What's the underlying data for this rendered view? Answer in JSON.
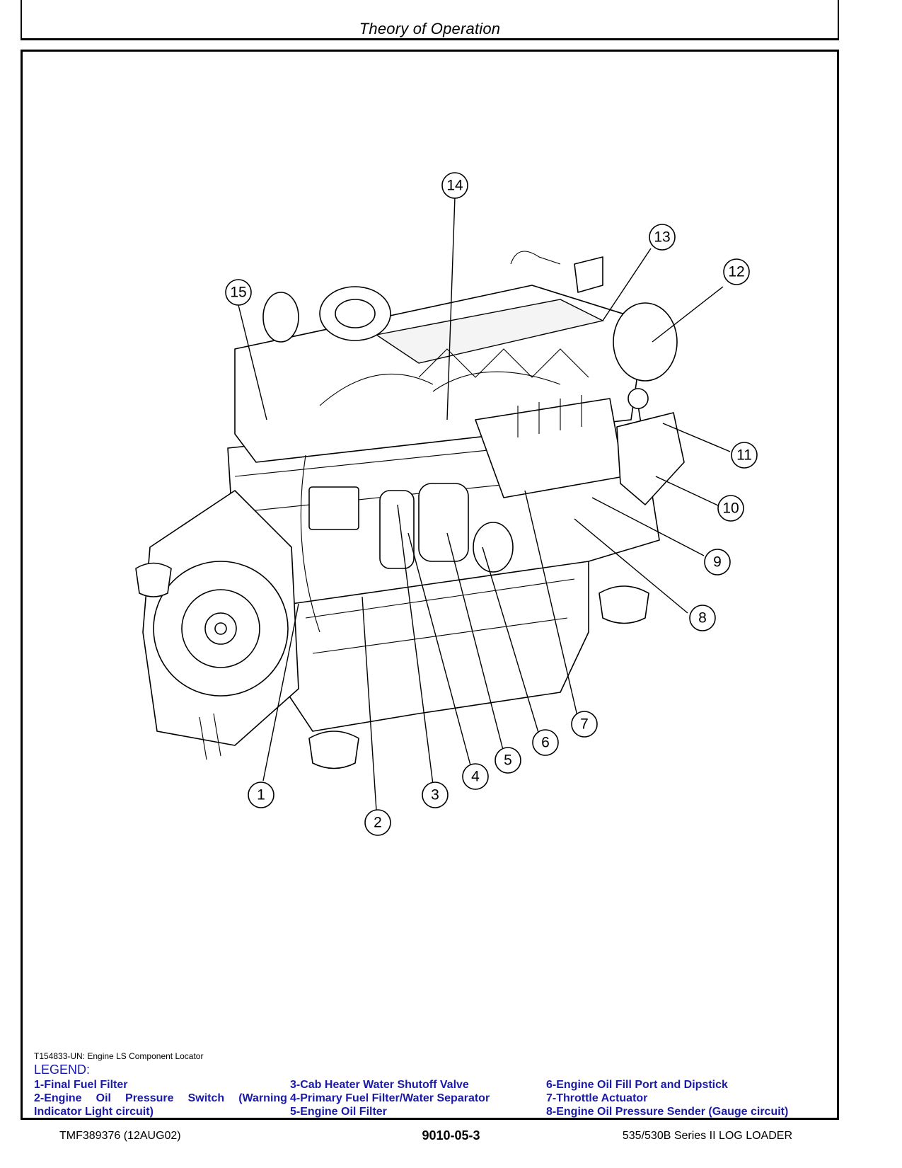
{
  "header": {
    "title": "Theory of Operation"
  },
  "figure": {
    "callouts": [
      "1",
      "2",
      "3",
      "4",
      "5",
      "6",
      "7",
      "8",
      "9",
      "10",
      "11",
      "12",
      "13",
      "14",
      "15"
    ],
    "caption": "T154833-UN: Engine LS Component Locator"
  },
  "legend": {
    "title": "LEGEND:",
    "col1": {
      "item1": "1-Final Fuel Filter",
      "item2_words": [
        "2-Engine",
        "Oil",
        "Pressure",
        "Switch",
        "(Warning"
      ],
      "item2_cont": "Indicator Light circuit)"
    },
    "col2": {
      "item3": "3-Cab Heater Water Shutoff Valve",
      "item4": "4-Primary Fuel Filter/Water Separator",
      "item5": "5-Engine Oil Filter"
    },
    "col3": {
      "item6": "6-Engine Oil Fill Port and Dipstick",
      "item7": "7-Throttle Actuator",
      "item8": "8-Engine Oil Pressure Sender (Gauge circuit)"
    }
  },
  "footer": {
    "left": "TMF389376 (12AUG02)",
    "center": "9010-05-3",
    "right": "535/530B Series II LOG LOADER"
  },
  "colors": {
    "legend_text": "#1a1aa8",
    "line": "#000000"
  }
}
